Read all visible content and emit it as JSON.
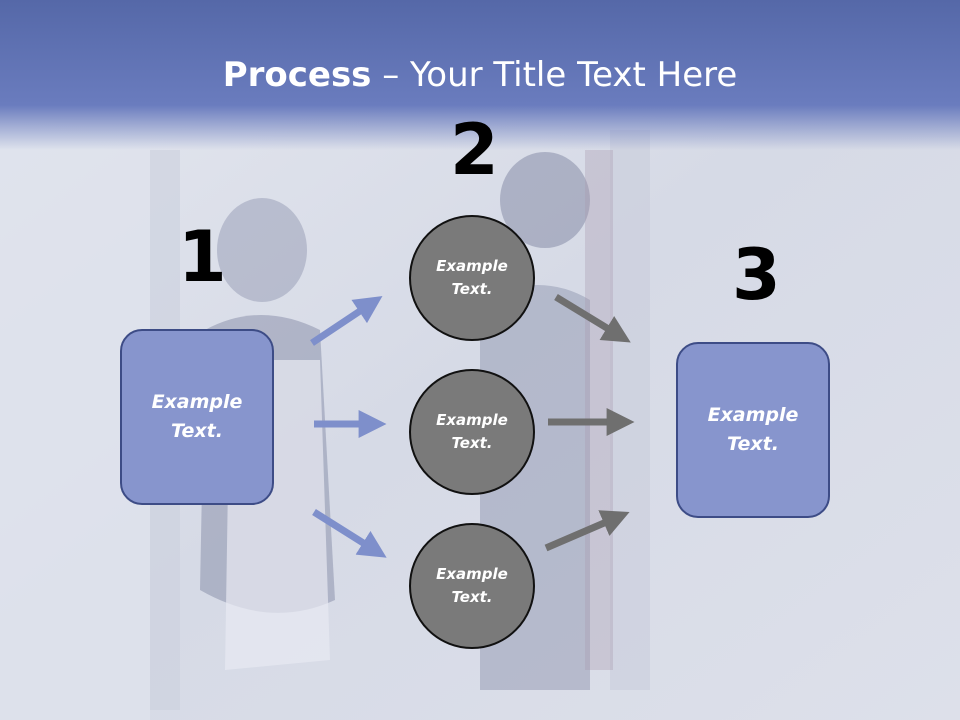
{
  "title": {
    "bold": "Process",
    "rest": " – Your Title Text Here"
  },
  "steps": [
    {
      "number": "1",
      "text": "Example\nText."
    },
    {
      "number": "2",
      "items": [
        "Example\nText.",
        "Example\nText.",
        "Example\nText."
      ]
    },
    {
      "number": "3",
      "text": "Example\nText."
    }
  ],
  "colors": {
    "title_band": "#5f72b4",
    "box": "#8795cd",
    "box_border": "#3d4c86",
    "circle": "#7a7a7a",
    "arrow_blue": "#7e8fcb",
    "arrow_gray": "#6f6f6f"
  }
}
